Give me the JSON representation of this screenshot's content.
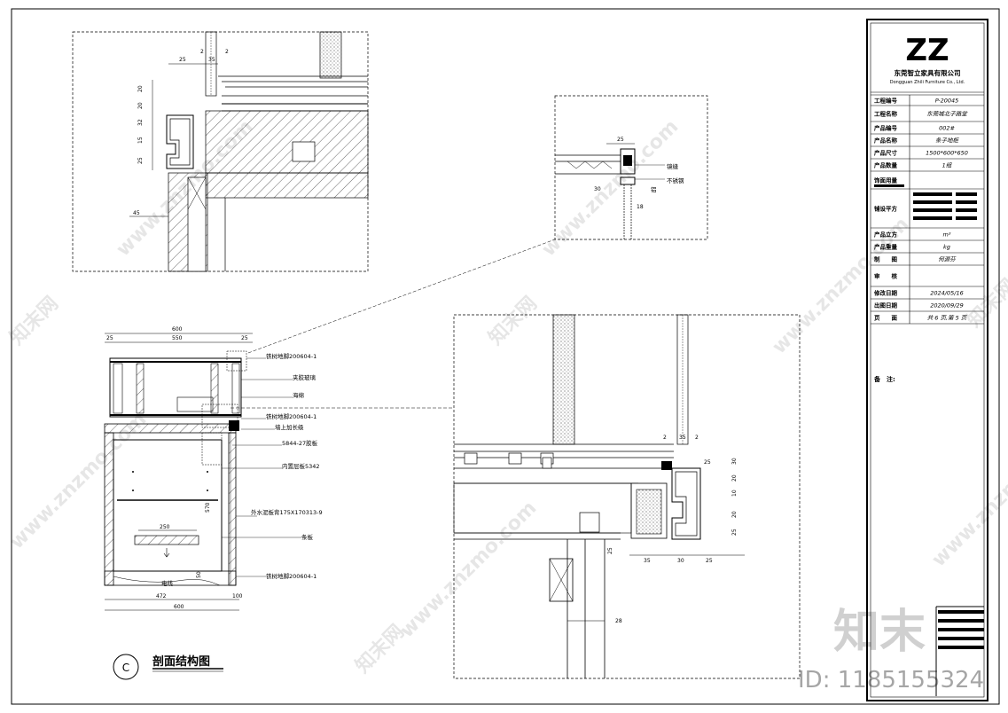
{
  "title_block": {
    "logo_text": "ZZ",
    "company_cn": "东莞智立家具有限公司",
    "company_en": "Dongguan Zhili Furniture Co., Ltd.",
    "rows": [
      {
        "key": "工程编号",
        "value": "P-20045"
      },
      {
        "key": "工程名称",
        "value": "东莞城北子路堂"
      },
      {
        "key": "产品编号",
        "value": "002#"
      },
      {
        "key": "产品名称",
        "value": "条子地柜"
      },
      {
        "key": "产品尺寸",
        "value": "1500*600*650"
      },
      {
        "key": "产品数量",
        "value": "1组"
      },
      {
        "key": "饰面用量",
        "value": ""
      },
      {
        "key": "铺设平方",
        "value": ""
      },
      {
        "key": "产品立方",
        "value": "m³"
      },
      {
        "key": "产品重量",
        "value": "kg"
      },
      {
        "key": "制　　图",
        "value": "何源芬"
      },
      {
        "key": "审　　核",
        "value": ""
      },
      {
        "key": "修改日期",
        "value": "2024/05/16"
      },
      {
        "key": "出图日期",
        "value": "2020/09/29"
      },
      {
        "key": "页　　面",
        "value": "共 6 页,第 5 页"
      }
    ],
    "notes_label": "备　注:"
  },
  "section": {
    "badge": "C",
    "caption": "剖面结构图",
    "labels": {
      "l1": "铁树地脚200604-1",
      "l2": "夹胶玻璃",
      "l3": "海绵",
      "l4": "铁树地脚200604-1",
      "l5": "墙上加长级",
      "l6": "5844-27胶板",
      "l7": "内置层板5342",
      "l8": "外水泥板背175X170313-9",
      "l9": "条板",
      "l10": "电线",
      "l11": "铁树地脚200604-1"
    },
    "dims": {
      "top": "600",
      "top2": "550",
      "left25": "25",
      "right25": "25",
      "height": "570",
      "shelf": "250",
      "b472": "472",
      "b600": "600",
      "b100": "100",
      "b50": "50"
    }
  },
  "detail_top_left": {
    "dims": [
      "25",
      "35",
      "2",
      "2",
      "32",
      "20",
      "20",
      "15",
      "25",
      "45"
    ]
  },
  "detail_small": {
    "dims": [
      "25",
      "30",
      "18"
    ],
    "labels": {
      "a": "镜缝",
      "b": "不锈钢",
      "c": "铝"
    }
  },
  "detail_large": {
    "dims": [
      "2",
      "35",
      "2",
      "25",
      "30",
      "20",
      "10",
      "20",
      "25",
      "35",
      "30",
      "25",
      "28"
    ]
  },
  "watermark": {
    "text": "www.znzmo.com",
    "brand": "知末网",
    "brand_big": "知末",
    "id": "ID: 1185155324"
  }
}
